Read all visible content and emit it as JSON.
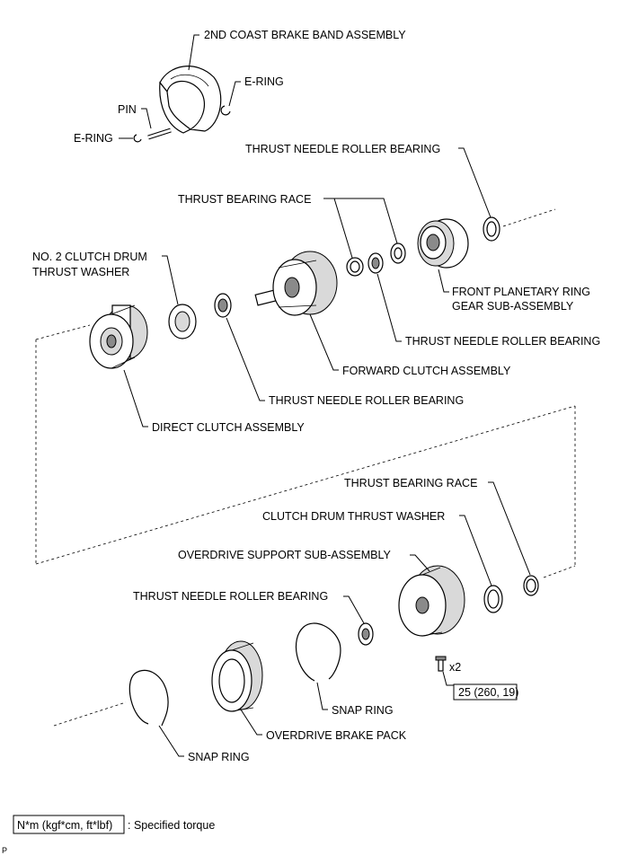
{
  "labels": {
    "brake_band": "2ND COAST BRAKE BAND ASSEMBLY",
    "e_ring_right": "E-RING",
    "pin": "PIN",
    "e_ring_left": "E-RING",
    "thrust_bearing_top": "THRUST NEEDLE ROLLER BEARING",
    "thrust_race_top": "THRUST BEARING RACE",
    "clutch_drum_washer_line1": "NO. 2 CLUTCH DRUM",
    "clutch_drum_washer_line2": "THRUST WASHER",
    "front_planetary_line1": "FRONT PLANETARY RING",
    "front_planetary_line2": "GEAR SUB-ASSEMBLY",
    "thrust_bearing_mid_right": "THRUST NEEDLE ROLLER BEARING",
    "forward_clutch": "FORWARD CLUTCH ASSEMBLY",
    "thrust_bearing_mid": "THRUST NEEDLE ROLLER BEARING",
    "direct_clutch": "DIRECT CLUTCH ASSEMBLY",
    "thrust_race_lower": "THRUST BEARING RACE",
    "clutch_drum_thrust_washer": "CLUTCH DRUM THRUST WASHER",
    "overdrive_support": "OVERDRIVE SUPPORT SUB-ASSEMBLY",
    "thrust_bearing_lower": "THRUST NEEDLE ROLLER BEARING",
    "bolt_qty": "x2",
    "torque_value": "25 (260, 19)",
    "snap_ring_right": "SNAP RING",
    "overdrive_brake_pack": "OVERDRIVE BRAKE PACK",
    "snap_ring_left": "SNAP RING"
  },
  "legend": {
    "unit_box": "N*m (kgf*cm, ft*lbf)",
    "description": ": Specified torque"
  },
  "corner_mark": "P"
}
